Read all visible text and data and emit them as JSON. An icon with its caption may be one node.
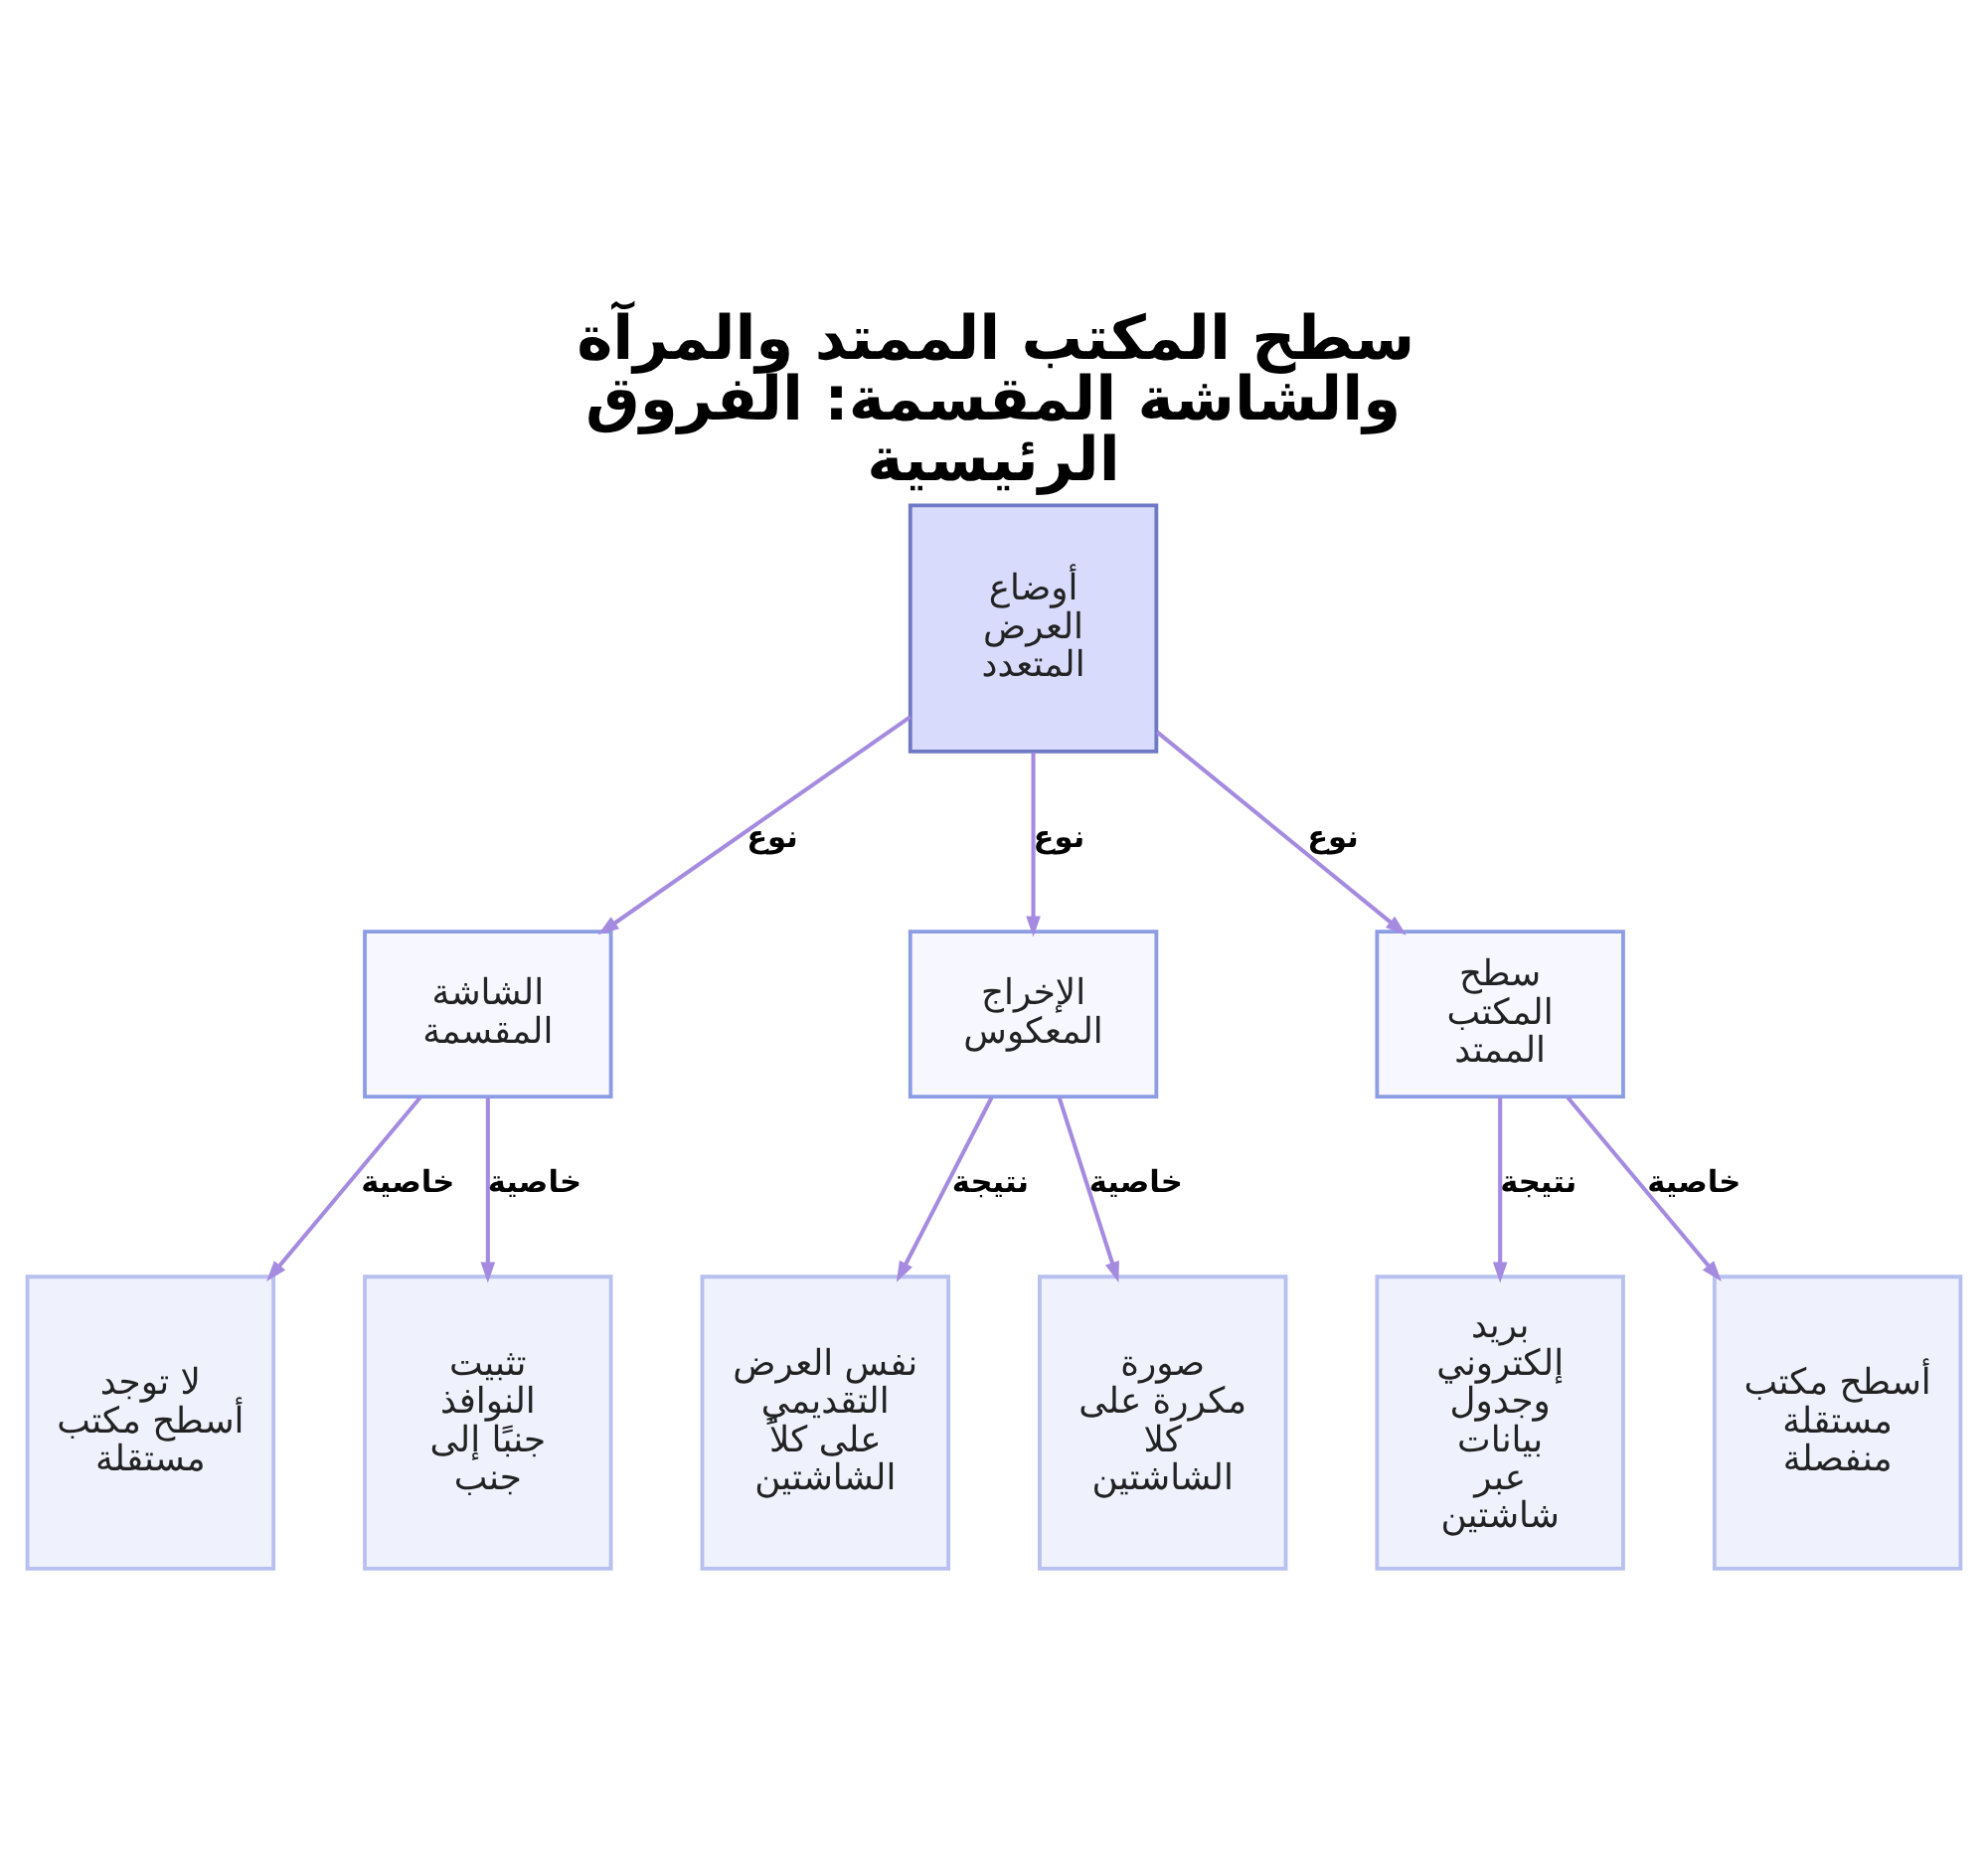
{
  "diagram": {
    "title": "سطح المكتب الممتد والمرآة والشاشة المقسمة: الفروق الرئيسية",
    "nodes": [
      {
        "text": [
          "أوضاع العرض المتعدد"
        ]
      },
      {
        "text": [
          "الشاشة المقسمة"
        ]
      },
      {
        "text": [
          "الإخراج المعكوس"
        ]
      },
      {
        "text": [
          "سطح المكتب الممتد"
        ]
      },
      {
        "text": [
          "لا توجد أسطح مكتب مستقلة"
        ]
      },
      {
        "text": [
          "تثبيت النوافذ جنبًا إلى جنب"
        ]
      },
      {
        "text": [
          "نفس العرض التقديمي على كلاً الشاشتين"
        ]
      },
      {
        "text": [
          "صورة مكررة على كلا الشاشتين"
        ]
      },
      {
        "text": [
          "بريد إلكتروني وجدول بيانات عبر شاشتين"
        ]
      },
      {
        "text": [
          "أسطح مكتب مستقلة منفصلة"
        ]
      }
    ],
    "edges": [
      {
        "from": 0,
        "to": 1,
        "arrow": "to",
        "label": "نوع"
      },
      {
        "from": 0,
        "to": 2,
        "arrow": "to",
        "label": "نوع"
      },
      {
        "from": 0,
        "to": 3,
        "arrow": "to",
        "label": "نوع"
      },
      {
        "from": 1,
        "to": 4,
        "arrow": "to",
        "label": "خاصية"
      },
      {
        "from": 1,
        "to": 5,
        "arrow": "to",
        "label": "خاصية"
      },
      {
        "from": 2,
        "to": 6,
        "arrow": "to",
        "label": "نتيجة"
      },
      {
        "from": 2,
        "to": 7,
        "arrow": "to",
        "label": "خاصية"
      },
      {
        "from": 3,
        "to": 8,
        "arrow": "to",
        "label": "نتيجة"
      },
      {
        "from": 3,
        "to": 9,
        "arrow": "to",
        "label": "خاصية"
      }
    ]
  }
}
